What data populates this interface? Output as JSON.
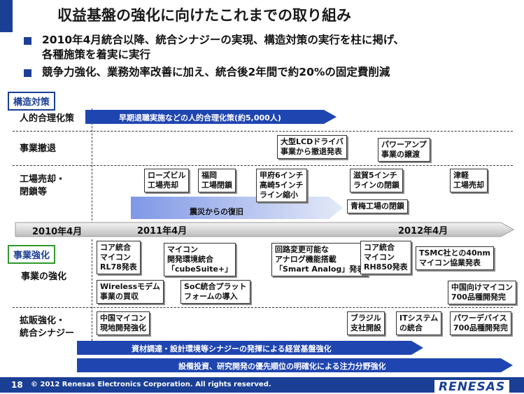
{
  "title": "収益基盤の強化に向けたこれまでの取り組み",
  "bullets": [
    "2010年4月統合以降、統合シナジーの実現、構造対策の実行を柱に掲げ、",
    "各種施策を着実に実行",
    "競争力強化、業務効率改善に加え、統合後2年間で約20%の固定費削減"
  ],
  "sections": {
    "kozo": "構造対策",
    "jigyo": "事業強化"
  },
  "rows": {
    "jinteki": "人的合理化策",
    "tettai": "事業撤退",
    "kojo_1": "工場売却・",
    "kojo_2": "閉鎖等",
    "kyoka": "事業の強化",
    "kakuhan_1": "拡販強化・",
    "kakuhan_2": "統合シナジー"
  },
  "arrows": {
    "jinteki": "早期退職実施などの人的合理化策(約5,000人)",
    "recovery": "震災からの復旧",
    "synergy": "資材調達・設計環境等シナジーの発揮による経営基盤強化",
    "focus": "設備投資、研究開発の優先順位の明確化による注力分野強化"
  },
  "timeline": {
    "d1": "2010年4月",
    "d2": "2011年4月",
    "d3": "2012年4月"
  },
  "boxes": {
    "lcd_1": "大型LCDドライバ",
    "lcd_2": "事業から撤退発表",
    "pa_1": "パワーアンプ",
    "pa_2": "事業の譲渡",
    "rose_1": "ローズビル",
    "rose_2": "工場売却",
    "fukuoka_1": "福岡",
    "fukuoka_2": "工場閉鎖",
    "kofu_1": "甲府6インチ",
    "kofu_2": "高崎5インチ",
    "kofu_3": "ライン縮小",
    "shiga_1": "滋賀5インチ",
    "shiga_2": "ラインの閉鎖",
    "tsugaru_1": "津軽",
    "tsugaru_2": "工場売却",
    "ome": "青梅工場の閉鎖",
    "rl78_1": "コア統合",
    "rl78_2": "マイコン",
    "rl78_3": "RL78発表",
    "cs_1": "マイコン",
    "cs_2": "開発環境統合",
    "cs_3": "「cubeSuite+」",
    "analog_1": "回路変更可能な",
    "analog_2": "アナログ機能搭載",
    "analog_3": "「Smart Analog」発表",
    "rh850_1": "コア統合",
    "rh850_2": "マイコン",
    "rh850_3": "RH850発表",
    "tsmc_1": "TSMC社との40nm",
    "tsmc_2": "マイコン協業発表",
    "wireless_1": "Wirelessモデム",
    "wireless_2": "事業の買収",
    "soc_1": "SoC統合プラット",
    "soc_2": "フォームの導入",
    "china700_1": "中国向けマイコン",
    "china700_2": "700品種開発完",
    "chinalocal_1": "中国マイコン",
    "chinalocal_2": "現地開発強化",
    "brazil_1": "ブラジル",
    "brazil_2": "支社開設",
    "it_1": "ITシステム",
    "it_2": "の統合",
    "power_1": "パワーデバイス",
    "power_2": "700品種開発完"
  },
  "footer": {
    "page": "18",
    "copyright": "© 2012 Renesas Electronics Corporation. All rights reserved.",
    "logo": "RENESAS"
  },
  "colors": {
    "brand_blue": "#1a3f95",
    "arrow_blue": "#1f45b0",
    "section_green": "#2e9a2e"
  }
}
